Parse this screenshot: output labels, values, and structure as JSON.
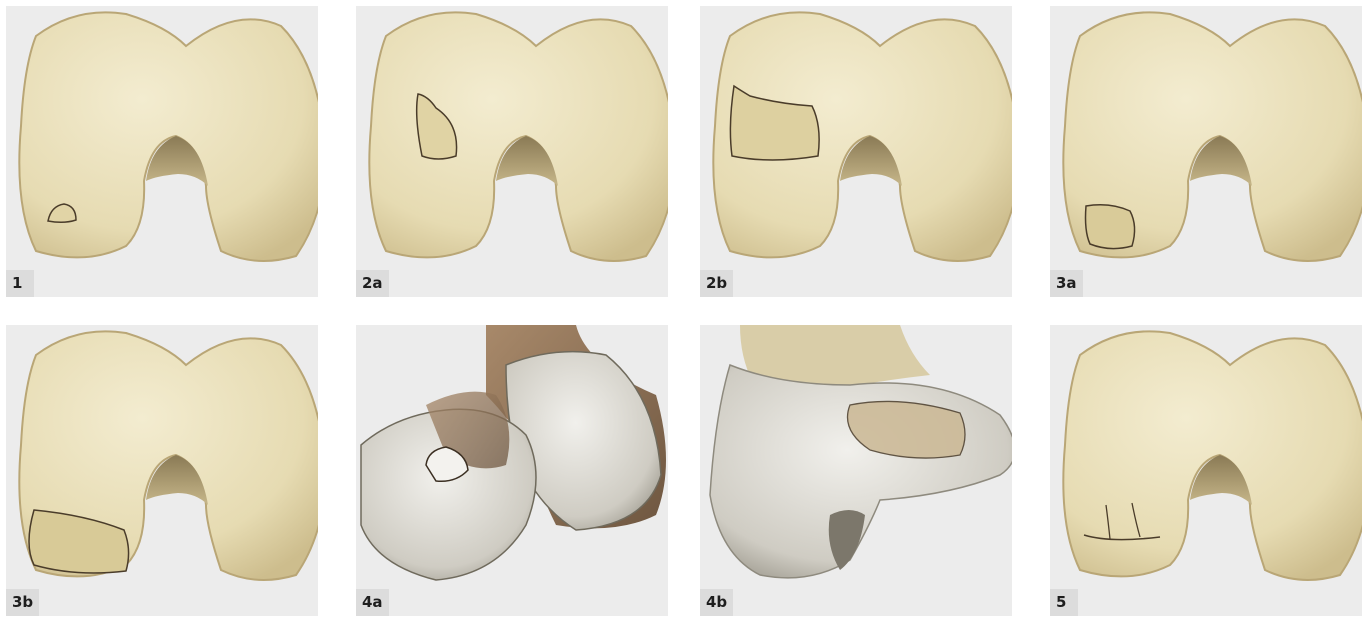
{
  "panels": [
    {
      "label": "1"
    },
    {
      "label": "2a"
    },
    {
      "label": "2b"
    },
    {
      "label": "3a"
    },
    {
      "label": "3b"
    },
    {
      "label": "4a"
    },
    {
      "label": "4b"
    },
    {
      "label": "5"
    }
  ],
  "colors": {
    "bone": "#e9dfb8",
    "bone_shadow": "#c9b88a",
    "cartilage": "#d8d6cf",
    "panel_bg": "#ececec",
    "tag_bg": "#dcdcdc",
    "lesion_line": "#3b2f22"
  }
}
